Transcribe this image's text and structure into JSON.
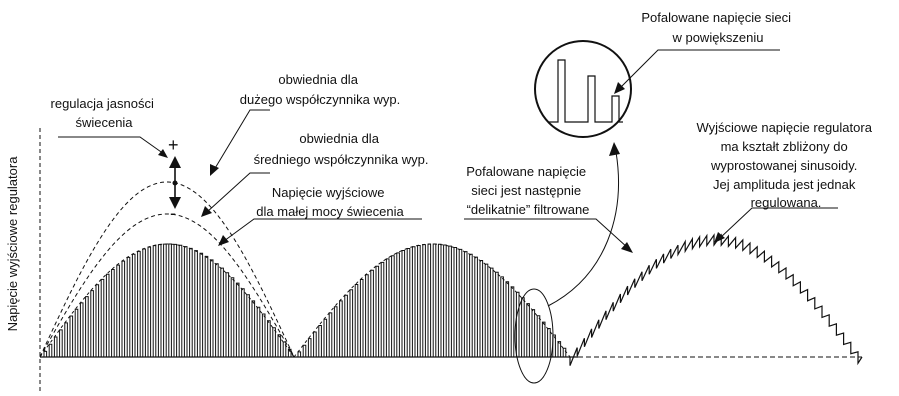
{
  "axis_label": "Napięcie wyjściowe regulatora",
  "labels": {
    "brightness": [
      "regulacja jasności",
      "świecenia"
    ],
    "env_large": [
      "obwiednia dla",
      "dużego współczynnika wyp."
    ],
    "env_medium": [
      "obwiednia dla",
      "średniego współczynnika wyp."
    ],
    "low_power": [
      "Napięcie wyjściowe",
      "dla małej mocy świecenia"
    ],
    "ripple_filtered": [
      "Pofalowane napięcie",
      "sieci jest następnie",
      "“delikatnie” filtrowane"
    ],
    "ripple_zoom": [
      "Pofalowane napięcie sieci",
      "w powiększeniu"
    ],
    "output_shape": [
      "Wyjściowe napięcie regulatora",
      "ma kształt zbliżony do",
      "wyprostowanej sinusoidy.",
      "Jej amplituda jest jednak",
      "regulowana."
    ]
  },
  "plus_sign": "+",
  "minus_sign": "-"
}
